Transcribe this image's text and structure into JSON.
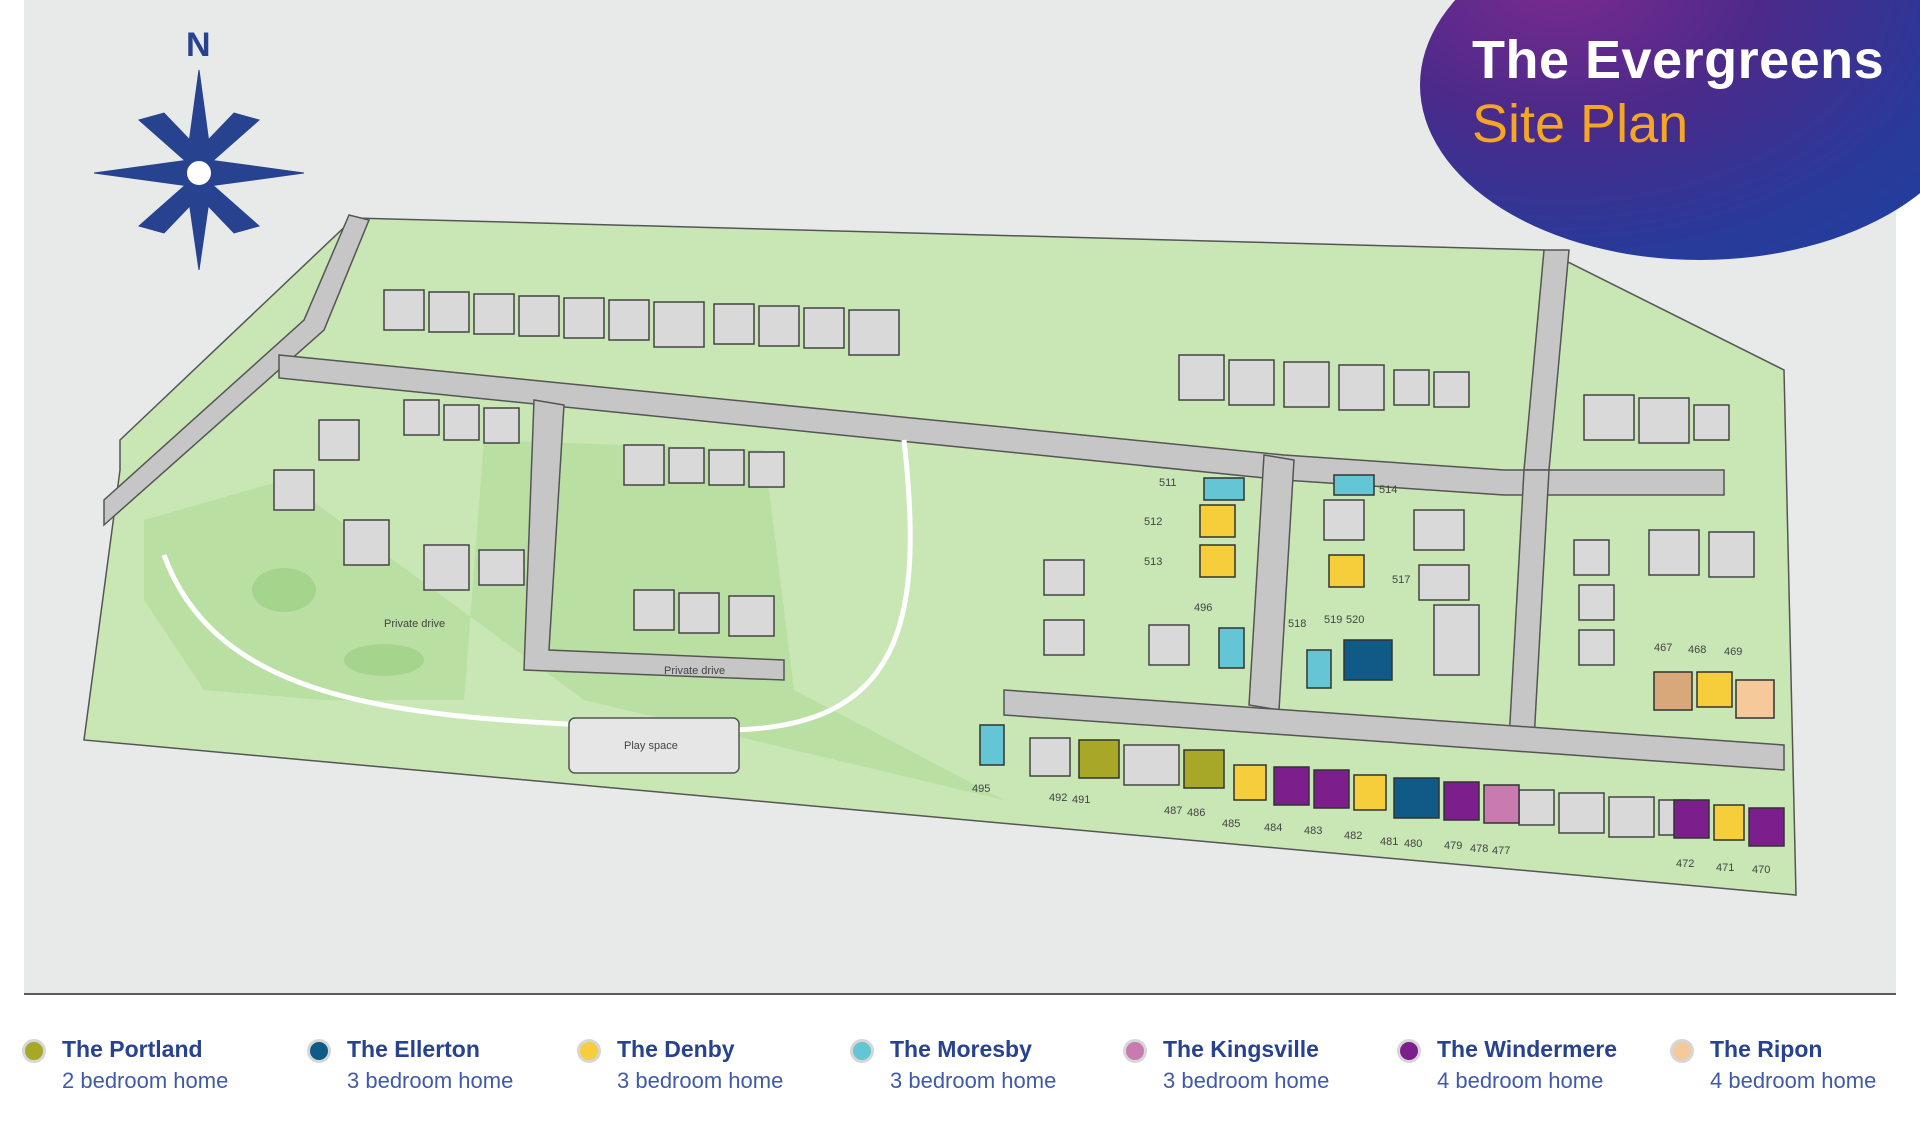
{
  "title": {
    "main": "The Evergreens",
    "sub": "Site Plan"
  },
  "compass": {
    "label": "N",
    "color": "#27438f"
  },
  "map_labels": {
    "private_drive_1": "Private drive",
    "private_drive_2": "Private drive",
    "play_space": "Play space"
  },
  "plot_numbers": [
    "495",
    "492",
    "491",
    "487",
    "486",
    "485",
    "484",
    "483",
    "482",
    "481",
    "480",
    "479",
    "478",
    "477",
    "472",
    "471",
    "470",
    "496",
    "511",
    "512",
    "513",
    "514",
    "517",
    "518",
    "519",
    "520",
    "467",
    "468",
    "469"
  ],
  "legend": [
    {
      "name": "The Portland",
      "desc": "2 bedroom home",
      "color": "#a7a828"
    },
    {
      "name": "The Ellerton",
      "desc": "3 bedroom home",
      "color": "#0f5a87"
    },
    {
      "name": "The Denby",
      "desc": "3 bedroom home",
      "color": "#f6cd3a"
    },
    {
      "name": "The Moresby",
      "desc": "3 bedroom home",
      "color": "#64c6d4"
    },
    {
      "name": "The Kingsville",
      "desc": "3 bedroom home",
      "color": "#c97aaf"
    },
    {
      "name": "The Windermere",
      "desc": "4 bedroom home",
      "color": "#7c1f8c"
    },
    {
      "name": "The Ripon",
      "desc": "4 bedroom home",
      "color": "#f6c99a"
    }
  ],
  "colors": {
    "grass": "#c9e6b5",
    "road": "#c6c6c6",
    "background": "#e8eaea",
    "brand_blue": "#27438f",
    "accent_orange": "#f5a623"
  }
}
